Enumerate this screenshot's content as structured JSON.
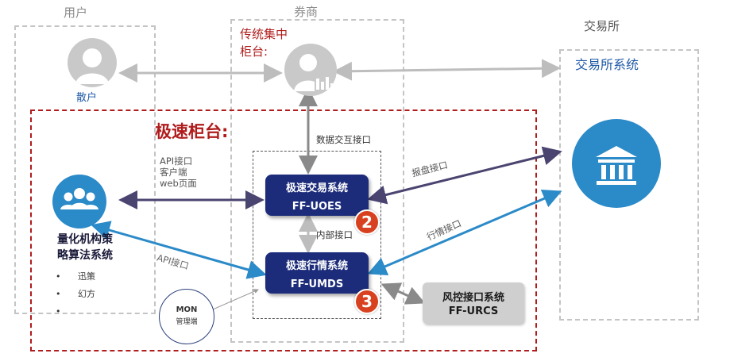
{
  "zones": {
    "user": "用户",
    "broker": "券商",
    "exchange": "交易所",
    "exchange_system": "交易所系统"
  },
  "broker_panel": {
    "line1": "传统集中",
    "line2": "柜台:"
  },
  "retail_label": "散户",
  "speed_counter_title": "极速柜台:",
  "quant": {
    "line1": "量化机构策",
    "line2": "略算法系统",
    "items": [
      "迅策",
      "幻方",
      ""
    ]
  },
  "systems": {
    "uoes_cn": "极速交易系统",
    "uoes_en": "FF-UOES",
    "umds_cn": "极速行情系统",
    "umds_en": "FF-UMDS",
    "urcs_cn": "风控接口系统",
    "urcs_en": "FF-URCS"
  },
  "badges": {
    "uoes": "2",
    "umds": "3"
  },
  "mon": {
    "line1": "MON",
    "line2": "管理端"
  },
  "links": {
    "data_interface": "数据交互接口",
    "api_lines": [
      "API接口",
      "客户端",
      "web页面"
    ],
    "internal": "内部接口",
    "report": "报盘接口",
    "quote": "行情接口",
    "api_diag": "API接口"
  },
  "colors": {
    "red": "#b01c1c",
    "navy": "#1c2c7a",
    "blue": "#2b8ac8",
    "arrow_dark": "#4a4470",
    "gray": "#bdbdbd",
    "badge": "#d8411f",
    "title_blue": "#1f5aa8"
  },
  "icons": [
    "person-icon",
    "person-chart-icon",
    "bank-icon",
    "group-icon"
  ]
}
